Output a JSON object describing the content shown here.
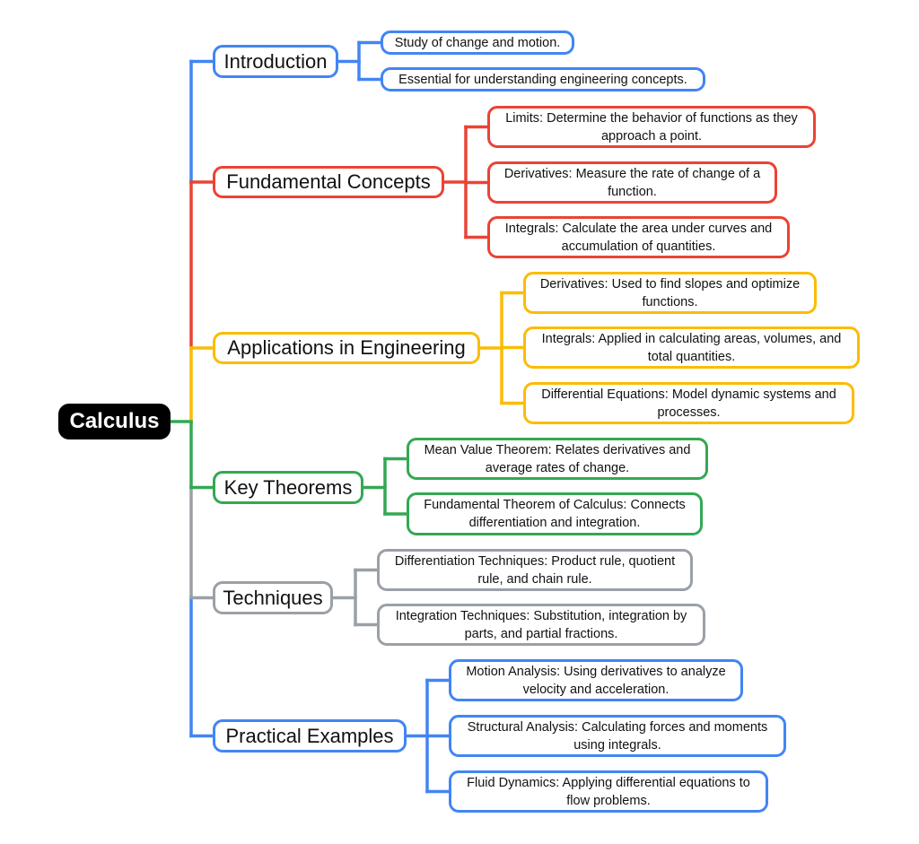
{
  "root": {
    "label": "Calculus"
  },
  "colors": {
    "blue": "#4285f4",
    "red": "#ea4335",
    "yellow": "#fbbc04",
    "green": "#34a853",
    "gray": "#9aa0a6"
  },
  "branches": [
    {
      "label": "Introduction",
      "color": "#4285f4",
      "children": [
        "Study of change and motion.",
        "Essential for understanding engineering concepts."
      ]
    },
    {
      "label": "Fundamental Concepts",
      "color": "#ea4335",
      "children": [
        "Limits: Determine the behavior of functions as they approach a point.",
        "Derivatives: Measure the rate of change of a function.",
        "Integrals: Calculate the area under curves and accumulation of quantities."
      ]
    },
    {
      "label": "Applications in Engineering",
      "color": "#fbbc04",
      "children": [
        "Derivatives: Used to find slopes and optimize functions.",
        "Integrals: Applied in calculating areas, volumes, and total quantities.",
        "Differential Equations: Model dynamic systems and processes."
      ]
    },
    {
      "label": "Key Theorems",
      "color": "#34a853",
      "children": [
        "Mean Value Theorem: Relates derivatives and average rates of change.",
        "Fundamental Theorem of Calculus: Connects differentiation and integration."
      ]
    },
    {
      "label": "Techniques",
      "color": "#9aa0a6",
      "children": [
        "Differentiation Techniques: Product rule, quotient rule, and chain rule.",
        "Integration Techniques: Substitution, integration by parts, and partial fractions."
      ]
    },
    {
      "label": "Practical Examples",
      "color": "#4285f4",
      "children": [
        "Motion Analysis: Using derivatives to analyze velocity and acceleration.",
        "Structural Analysis: Calculating forces and moments using integrals.",
        "Fluid Dynamics: Applying differential equations to flow problems."
      ]
    }
  ]
}
